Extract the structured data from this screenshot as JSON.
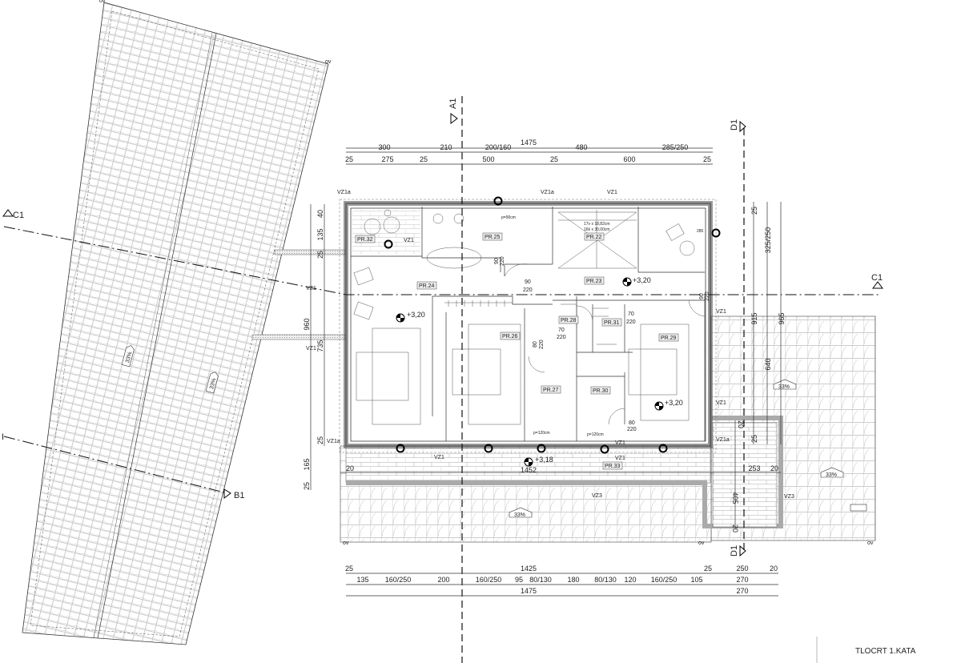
{
  "title": "TLOCRT 1.KATA",
  "sections": {
    "c1_left": "C1",
    "c1_right": "C1",
    "b1": "B1",
    "a1": "A1",
    "d1_top": "D1",
    "d1_bottom": "D1",
    "b1_left": "I"
  },
  "ov_label": "ov",
  "top_dims": {
    "total": "1475",
    "row2": [
      "300",
      "210",
      "200/160",
      "480",
      "285/250"
    ],
    "row3": [
      "25",
      "275",
      "25",
      "500",
      "25",
      "600",
      "25"
    ]
  },
  "bottom_dims": {
    "row1": [
      "25",
      "1425",
      "25",
      "250",
      "20"
    ],
    "row2": [
      "135",
      "160/250",
      "200",
      "160/250",
      "95",
      "80/130",
      "180",
      "80/130",
      "120",
      "160/250",
      "105",
      "270"
    ],
    "row3": [
      "1475",
      "270"
    ]
  },
  "left_dims": {
    "outer": [
      "960",
      "165",
      "25"
    ],
    "inner": [
      "40",
      "135",
      "25",
      "735",
      "25"
    ]
  },
  "right_dims": {
    "col1": [
      "25",
      "915",
      "25"
    ],
    "col2": [
      "325/250",
      "640"
    ],
    "col3": [
      "965"
    ],
    "terrace": [
      "20",
      "20",
      "253",
      "20",
      "405",
      "20"
    ]
  },
  "rooms": [
    "PR.22",
    "PR.23",
    "PR.24",
    "PR.25",
    "PR.26",
    "PR.27",
    "PR.28",
    "PR.29",
    "PR.30",
    "PR.31",
    "PR.32",
    "PR.33"
  ],
  "levels": [
    "+3,20",
    "+3,20",
    "+3,20",
    "+3,18"
  ],
  "level_extra": "1452",
  "wall_labels": [
    "VZ1a",
    "VZ1a",
    "VZ1",
    "VZ1",
    "VZ1",
    "VZ1",
    "VZ1",
    "VZ1",
    "VZ1",
    "VZ1a",
    "VZ1a",
    "VZ1",
    "VZ1",
    "VZ3",
    "VZ3"
  ],
  "doors": [
    {
      "w": "90",
      "h": "220"
    },
    {
      "w": "90",
      "h": "220"
    },
    {
      "w": "70",
      "h": "220"
    },
    {
      "w": "70",
      "h": "220"
    },
    {
      "w": "80",
      "h": "220"
    },
    {
      "w": "80",
      "h": "220"
    },
    {
      "w": "90",
      "h": "220"
    }
  ],
  "notes": {
    "p90": "p=90cm",
    "p120a": "p=120cm",
    "p120b": "p=120cm",
    "stair1": "17v x 18,82cm",
    "stair2": "16š x 30,00cm",
    "h285": "285"
  },
  "slopes": [
    "33%",
    "33%",
    "33%",
    "33%",
    "33%"
  ]
}
